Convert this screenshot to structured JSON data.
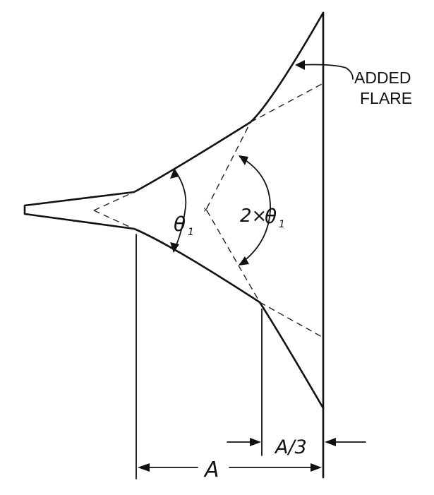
{
  "diagram": {
    "callout": {
      "line1": "ADDED",
      "line2": "FLARE"
    },
    "angles": {
      "theta_main": "θ",
      "theta_sub": "1",
      "double_prefix": "2×",
      "double_theta": "θ",
      "double_sub": "1"
    },
    "dimensions": {
      "overall": "A",
      "third": "A/3"
    },
    "colors": {
      "ink": "#111111",
      "background": "#ffffff"
    }
  }
}
